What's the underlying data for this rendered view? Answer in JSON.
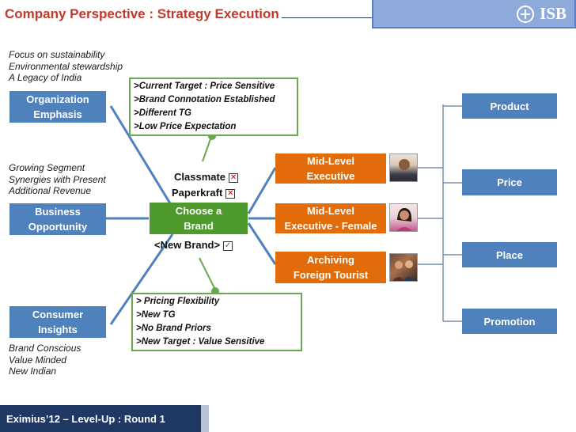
{
  "header": {
    "title": "Company Perspective : Strategy Execution",
    "logo_text": "ISB"
  },
  "left": {
    "organization": {
      "notes": [
        "Focus on sustainability",
        "Environmental stewardship",
        "A Legacy of India"
      ],
      "box_line1": "Organization",
      "box_line2": "Emphasis"
    },
    "business": {
      "notes": [
        "Growing Segment",
        "Synergies with Present",
        "Additional Revenue"
      ],
      "box_line1": "Business",
      "box_line2": "Opportunity"
    },
    "consumer": {
      "box_line1": "Consumer",
      "box_line2": "Insights",
      "notes": [
        "Brand Conscious",
        "Value Minded",
        "New Indian"
      ]
    }
  },
  "callout_top": [
    ">Current Target : Price Sensitive",
    ">Brand Connotation Established",
    ">Different TG",
    ">Low Price Expectation"
  ],
  "callout_bottom": [
    "> Pricing Flexibility",
    ">New TG",
    ">No Brand Priors",
    ">New Target : Value Sensitive"
  ],
  "brands": {
    "classmate": "Classmate",
    "paperkraft": "Paperkraft",
    "new_brand": "<New Brand>",
    "classmate_mark": "✕",
    "paperkraft_mark": "✕",
    "new_brand_mark": "✓"
  },
  "center": {
    "line1": "Choose a",
    "line2": "Brand"
  },
  "segments": [
    {
      "line1": "Mid-Level",
      "line2": "Executive"
    },
    {
      "line1": "Mid-Level",
      "line2": "Executive - Female"
    },
    {
      "line1": "Archiving",
      "line2": "Foreign Tourist"
    }
  ],
  "mix": {
    "product": "Product",
    "price": "Price",
    "place": "Place",
    "promotion": "Promotion"
  },
  "footer": "Eximius’12 – Level-Up : Round 1",
  "colors": {
    "title": "#c0392b",
    "blue_box": "#4f81bd",
    "green_box": "#4f9a2c",
    "orange_box": "#e36c0a",
    "footer": "#1f3864",
    "connector": "#4f81bd"
  }
}
